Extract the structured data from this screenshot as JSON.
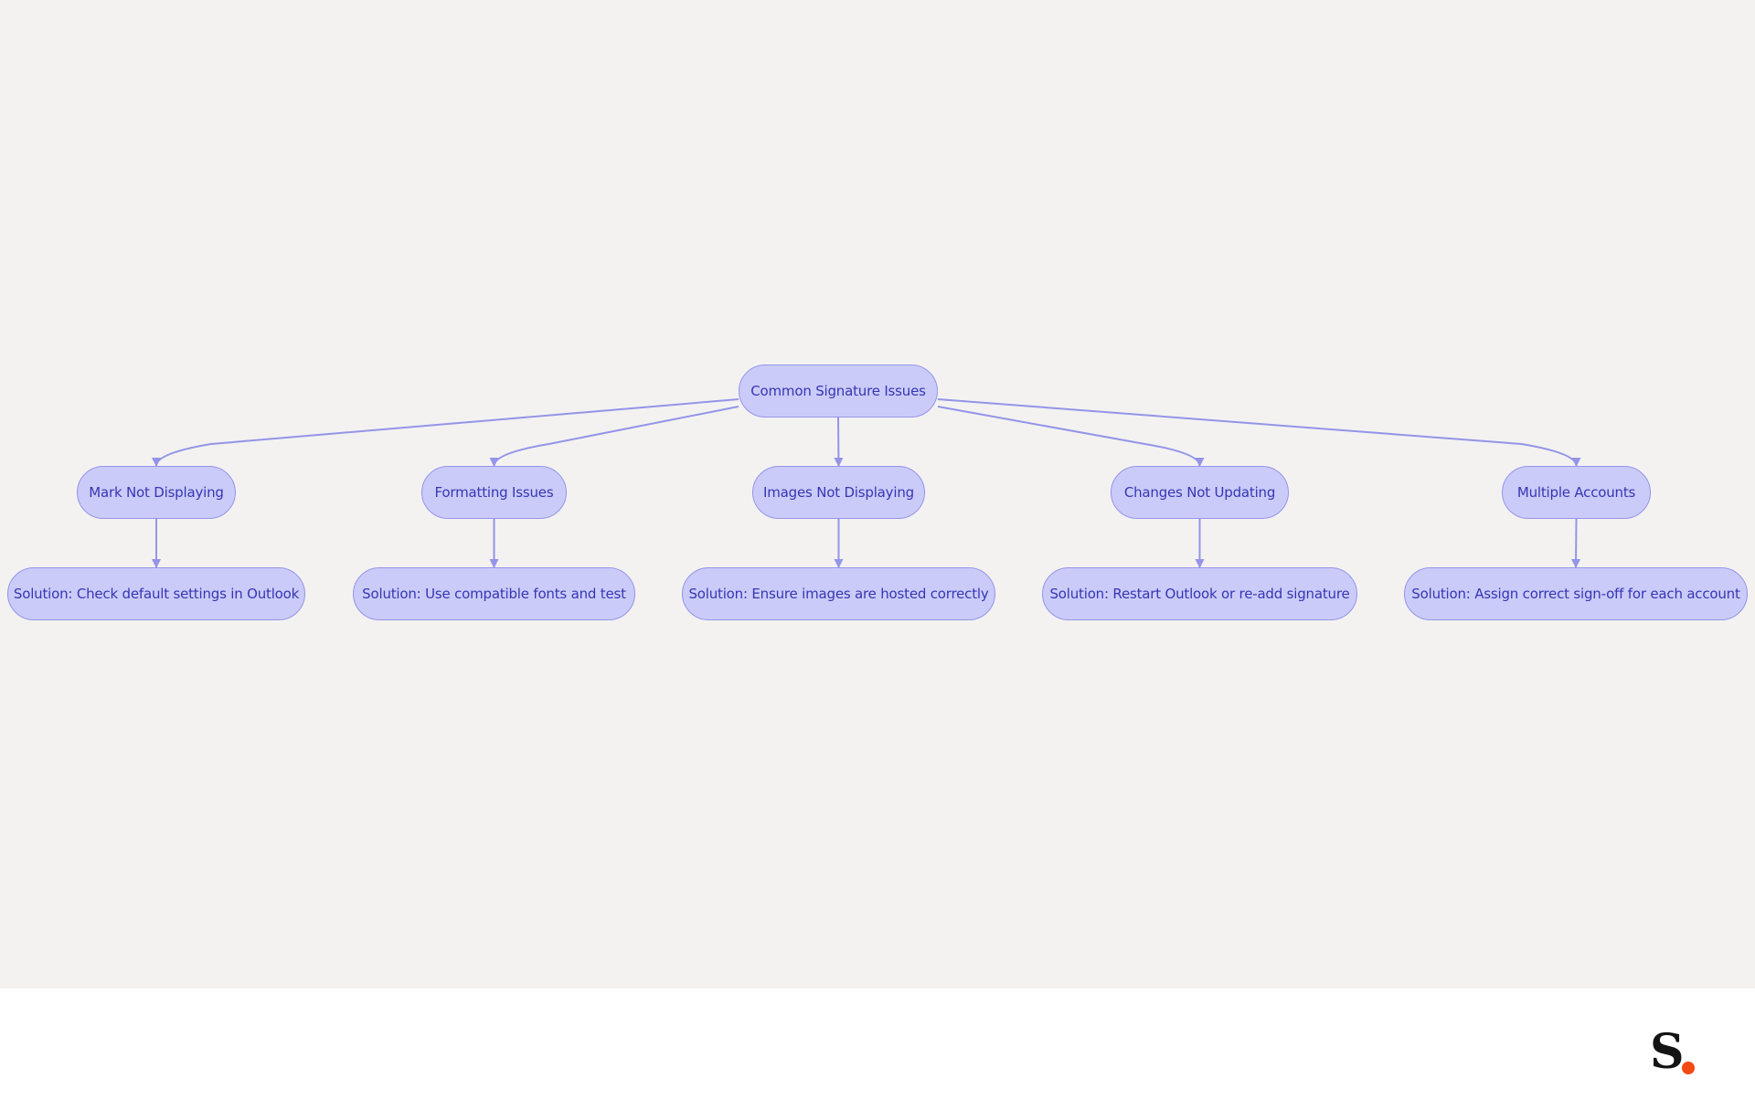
{
  "diagram": {
    "root": {
      "id": "root",
      "label": "Common Signature Issues"
    },
    "issues": [
      {
        "id": "i1",
        "label": "Mark Not Displaying",
        "solution": "Solution: Check default settings in Outlook"
      },
      {
        "id": "i2",
        "label": "Formatting Issues",
        "solution": "Solution: Use compatible fonts and test"
      },
      {
        "id": "i3",
        "label": "Images Not Displaying",
        "solution": "Solution: Ensure images are hosted correctly"
      },
      {
        "id": "i4",
        "label": "Changes Not Updating",
        "solution": "Solution: Restart Outlook or re-add signature"
      },
      {
        "id": "i5",
        "label": "Multiple Accounts",
        "solution": "Solution: Assign correct sign-off for each account"
      }
    ]
  },
  "colors": {
    "canvas_background": "#f3f2f1",
    "node_fill": "#cbcbfa",
    "node_border": "#9494e8",
    "node_text": "#3636b3",
    "edge": "#9494e8",
    "footer_background": "#ffffff",
    "logo_dot": "#f24a12"
  },
  "footer": {
    "logo_icon": "s-dot-logo",
    "logo_letter": "S"
  }
}
